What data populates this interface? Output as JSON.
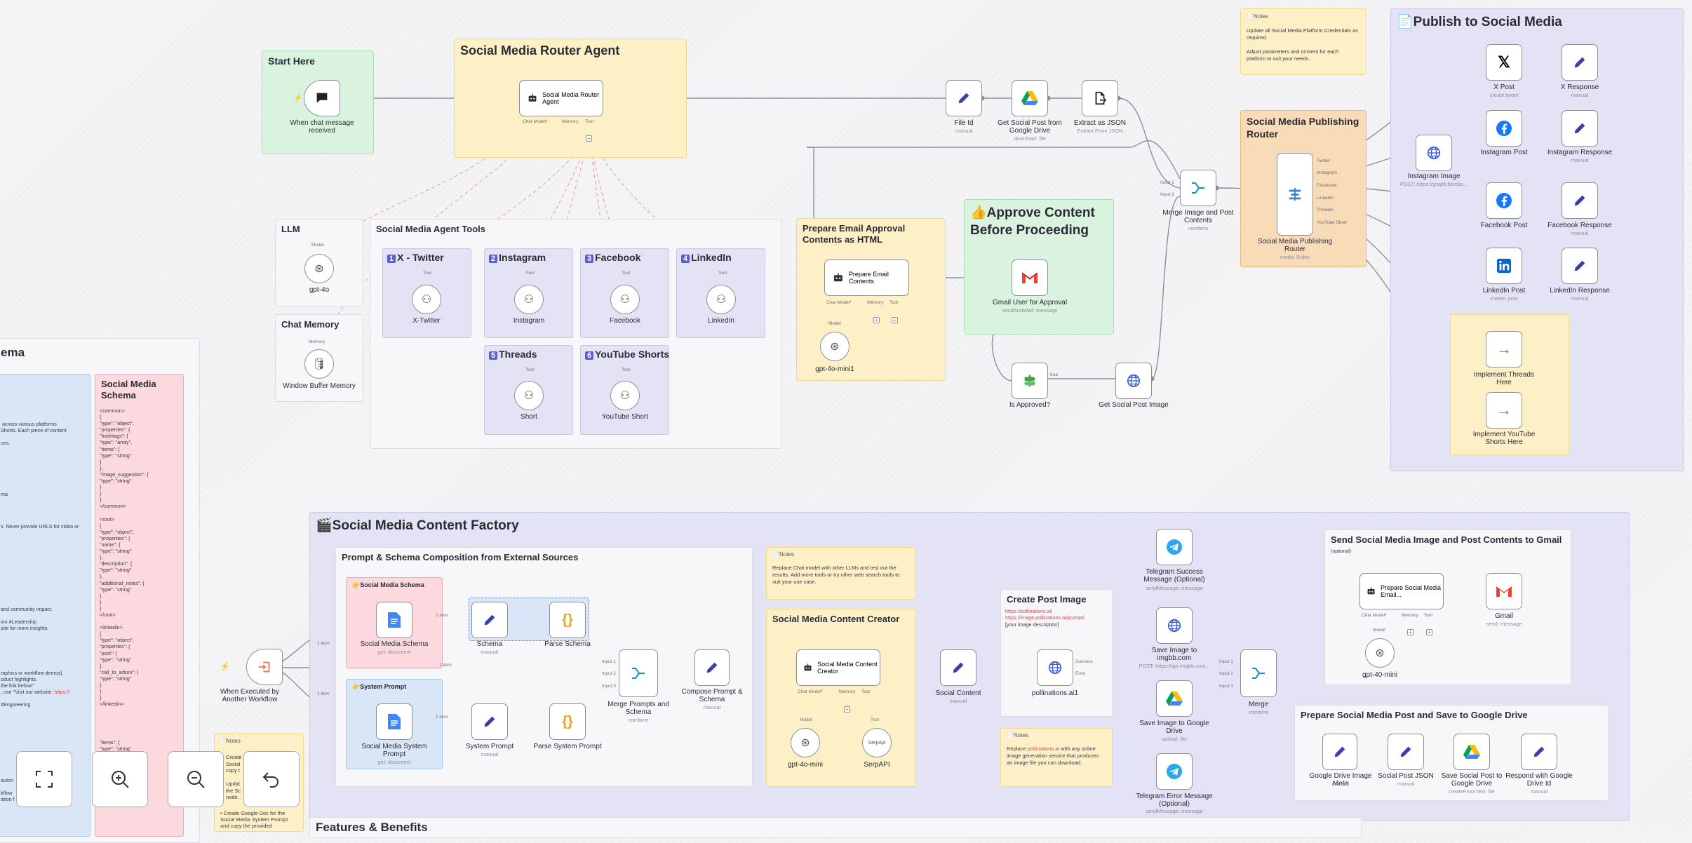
{
  "colors": {
    "accent": "#5b5fc7",
    "wire": "#8e8e9a",
    "dashed": "#e59aa8",
    "trigger": "#ff6d5a"
  },
  "notes_top_right": {
    "head": "Notes",
    "body": "Update all Social Media Platform Credentials as\nrequired.\n\nAdjust parameters and content for each\nplatform to suit your needs."
  },
  "groups": {
    "start": "Start Here",
    "router": "Social Media Router Agent",
    "llm": "LLM",
    "memory": "Chat Memory",
    "tools": "Social Media Agent Tools",
    "twitter": "X - Twitter",
    "instagram": "Instagram",
    "facebook": "Facebook",
    "linkedin": "LinkedIn",
    "threads": "Threads",
    "youtube": "YouTube Shorts",
    "email_approval": "Prepare Email Approval Contents as HTML",
    "approve": "Approve Content Before Proceeding",
    "publish": "Publish to Social Media",
    "pub_router": "Social Media Publishing Router",
    "schema_cut": "ema",
    "factory": "Social Media Content Factory",
    "composition": "Prompt & Schema Composition from External Sources",
    "sms": "Social Media Schema",
    "sysprompt": "System Prompt",
    "creator": "Social Media Content Creator",
    "create_image": "Create Post Image",
    "send_gmail": "Send Social Media Image and Post Contents to Gmail",
    "send_gmail_opt": "(optional)",
    "gdrive_save": "Prepare Social Media Post and Save to Google Drive",
    "features": "Features & Benefits"
  },
  "nodes": {
    "chat_trigger": {
      "label": "When chat message received"
    },
    "router_agent": {
      "label": "Social Media Router Agent",
      "ports": [
        "Chat Model*",
        "Memory",
        "Tool"
      ]
    },
    "file_id": {
      "label": "File Id",
      "sub": "manual"
    },
    "get_drive": {
      "label": "Get Social Post from Google Drive",
      "sub": "download: file"
    },
    "extract_json": {
      "label": "Extract as JSON",
      "sub": "Extract From JSON"
    },
    "merge_img": {
      "label": "Merge Image and Post Contents",
      "sub": "combine",
      "in1": "Input 1",
      "in2": "Input 2"
    },
    "pub_router": {
      "label": "Social Media Publishing Router",
      "sub": "mode: Rules",
      "outs": [
        "Twitter",
        "Instagram",
        "Facebook",
        "LinkedIn",
        "Threads",
        "YouTube Short"
      ]
    },
    "x_post": {
      "label": "X Post",
      "sub": "create:tweet"
    },
    "x_resp": {
      "label": "X Response",
      "sub": "manual"
    },
    "ig_image": {
      "label": "Instagram Image",
      "sub": "POST: https://graph.facebo..."
    },
    "ig_post": {
      "label": "Instagram Post"
    },
    "ig_resp": {
      "label": "Instagram Response",
      "sub": "manual"
    },
    "fb_post": {
      "label": "Facebook Post"
    },
    "fb_resp": {
      "label": "Facebook Response",
      "sub": "manual"
    },
    "li_post": {
      "label": "LinkedIn Post",
      "sub": "create: post"
    },
    "li_resp": {
      "label": "LinkedIn Response",
      "sub": "manual"
    },
    "threads_impl": {
      "label": "Implement Threads Here"
    },
    "yt_impl": {
      "label": "Implement YouTube Shorts Here"
    },
    "gpt4o": {
      "label": "gpt-4o",
      "port": "Model"
    },
    "window_mem": {
      "label": "Window Buffer Memory",
      "port": "Memory"
    },
    "x_tool": {
      "label": "X-Twitter",
      "port": "Tool"
    },
    "ig_tool": {
      "label": "Instagram",
      "port": "Tool"
    },
    "fb_tool": {
      "label": "Facebook",
      "port": "Tool"
    },
    "li_tool": {
      "label": "LinkedIn",
      "port": "Tool"
    },
    "short_tool": {
      "label": "Short",
      "port": "Tool"
    },
    "yt_tool": {
      "label": "YouTube Short",
      "port": "Tool"
    },
    "prep_email": {
      "label": "Prepare Email Contents",
      "ports": [
        "Chat Model*",
        "Memory",
        "Tool"
      ]
    },
    "gpt4omini1": {
      "label": "gpt-4o-mini1",
      "port": "Model"
    },
    "gmail_approval": {
      "label": "Gmail User for Approval",
      "sub": "sendAndWait: message"
    },
    "is_approved": {
      "label": "Is Approved?",
      "true": "true"
    },
    "get_image": {
      "label": "Get Social Post Image"
    },
    "workflow_trigger": {
      "label": "When Executed by Another Workflow"
    },
    "sms_doc": {
      "label": "Social Media Schema",
      "sub": "get: document"
    },
    "schema_node": {
      "label": "Schema",
      "sub": "manual"
    },
    "parse_schema": {
      "label": "Parse Schema"
    },
    "sys_doc": {
      "label": "Social Media System Prompt",
      "sub": "get: document"
    },
    "sys_prompt": {
      "label": "System Prompt",
      "sub": "manual"
    },
    "parse_sys": {
      "label": "Parse System Prompt"
    },
    "merge_prompts": {
      "label": "Merge Prompts and Schema",
      "sub": "combine",
      "ins": [
        "Input 1",
        "Input 2",
        "Input 3"
      ]
    },
    "compose": {
      "label": "Compose Prompt & Schema",
      "sub": "manual"
    },
    "creator": {
      "label": "Social Media Content Creator",
      "ports": [
        "Chat Model*",
        "Memory",
        "Tool"
      ]
    },
    "gpt4omini": {
      "label": "gpt-4o-mini",
      "port": "Model"
    },
    "serpapi": {
      "label": "SerpAPI",
      "port": "Tool",
      "icon": "SerpApi"
    },
    "social_content": {
      "label": "Social Content",
      "sub": "manual"
    },
    "pollinations": {
      "label": "pollinations.ai1",
      "success": "Success",
      "error": "Error"
    },
    "telegram_ok": {
      "label": "Telegram Success Message (Optional)",
      "sub": "sendMessage: message"
    },
    "imgbb": {
      "label": "Save Image to imgbb.com",
      "sub": "POST: https://api.imgbb.com..."
    },
    "save_drive_img": {
      "label": "Save Image to Google Drive",
      "sub": "upload: file"
    },
    "telegram_err": {
      "label": "Telegram Error Message (Optional)",
      "sub": "sendMessage: message"
    },
    "merge2": {
      "label": "Merge",
      "sub": "combine",
      "ins": [
        "Input 1",
        "Input 2",
        "Input 3"
      ]
    },
    "prep_gmail": {
      "label": "Prepare Social Media Email...",
      "ports": [
        "Chat Model*",
        "Memory",
        "Tool"
      ]
    },
    "gmail": {
      "label": "Gmail",
      "sub": "send: message"
    },
    "gpt4omini2": {
      "label": "gpt-40-mini",
      "port": "Model"
    },
    "gd_meta": {
      "label": "Google Drive Image Meta",
      "sub": "manual"
    },
    "post_json": {
      "label": "Social Post JSON",
      "sub": "manual"
    },
    "save_post": {
      "label": "Save Social Post to Google Drive",
      "sub": "createFromText: file"
    },
    "respond": {
      "label": "Respond with Google Drive Id",
      "sub": "manual"
    }
  },
  "notes": {
    "chat_note": {
      "head": "Notes",
      "body": "Replace Chat model with other LLMs and test out the\nresults. Add more tools or try other web search tools to\nsuit your use case."
    },
    "create_urls": [
      "https://pollinations.ai/",
      "https://image.pollinations.ai/prompt/"
    ],
    "create_desc": "[your image description]",
    "poll_note": {
      "head": "Notes",
      "pre": "Replace ",
      "link": "pollinations.ai",
      "post": " with any online\nimage generation service that produces\nan image file you can download."
    },
    "bottom_note": {
      "head": "Notes",
      "lines": [
        "Create",
        "Social",
        "copy t",
        "",
        "Updat",
        "the Sc",
        "node."
      ],
      "bullet": "Create Google Doc for the\nSocial Media System Prompt\nand copy the provided"
    }
  },
  "schema_left_text": " across various platforms\nShorts. Each piece of content\n\nces.\n\n\n\n\n\n\n\nma\n\n\n\n\ns. Never provide URLS for video or\n\n\n\n\n\n\n\n\n\n\n\n\nand community impact.\n\nion #Leadership\nsite for more insights.\n\n\n\n\n\n\nraphics or workflow demos).\noduct highlights.\nthe link below!\"\n, use \"Visit our website: ",
  "schema_left_link": "https://",
  "schema_left_tail": "\n\n#Engineering",
  "schema_left_bottom": "auton\n\nkflow\nation f",
  "sms_code": "<common>\n{\n\"type\": \"object\",\n\"properties\": {\n\"hashtags\": {\n\"type\": \"array\",\n\"items\": {\n\"type\": \"string\"\n}\n},\n\"image_suggestion\": {\n\"type\": \"string\"\n}\n}\n}\n</common>\n\n<root>\n{\n\"type\": \"object\",\n\"properties\": {\n\"name\": {\n\"type\": \"string\"\n},\n\"description\": {\n\"type\": \"string\"\n},\n\"additional_notes\": {\n\"type\": \"string\"\n}\n}\n}\n</root>\n\n<linkedin>\n{\n\"type\": \"object\",\n\"properties\": {\n\"post\": {\n\"type\": \"string\"\n},\n\"call_to_action\": {\n\"type\": \"string\"\n}\n}\n}\n</linkedin>\n\n\n\n\n\n\"items\": {\n\"type\": \"string\"",
  "edges": {
    "one_item": "1 item",
    "one_item_b": "1 item",
    "one_item_c": "1 item",
    "one_item_d": "1 item",
    "one_item_e": "1 item"
  },
  "controls": [
    {
      "name": "fit-view-button",
      "icon": "fit-icon"
    },
    {
      "name": "zoom-in-button",
      "icon": "zoom-in-icon"
    },
    {
      "name": "zoom-out-button",
      "icon": "zoom-out-icon"
    },
    {
      "name": "undo-button",
      "icon": "undo-icon"
    }
  ]
}
